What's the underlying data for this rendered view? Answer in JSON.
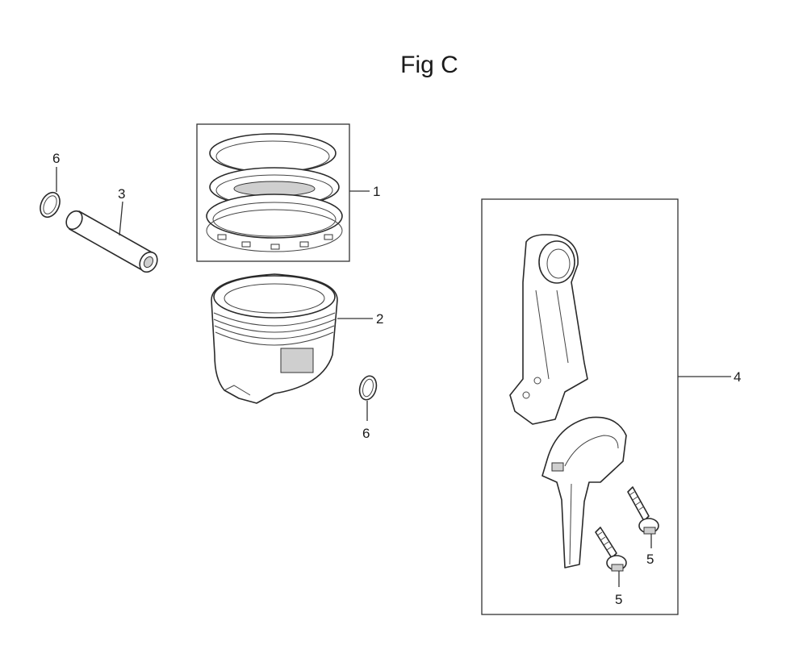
{
  "figure": {
    "title": "Fig C"
  },
  "callouts": {
    "rings": "1",
    "piston": "2",
    "pin": "3",
    "rod": "4",
    "bolt_right": "5",
    "bolt_bottom": "5",
    "clip_top": "6",
    "clip_right": "6"
  },
  "parts": [
    {
      "number": "1",
      "name": "piston-ring-set"
    },
    {
      "number": "2",
      "name": "piston"
    },
    {
      "number": "3",
      "name": "piston-pin"
    },
    {
      "number": "4",
      "name": "connecting-rod-assembly"
    },
    {
      "number": "5",
      "name": "rod-bolt"
    },
    {
      "number": "6",
      "name": "pin-clip"
    }
  ]
}
